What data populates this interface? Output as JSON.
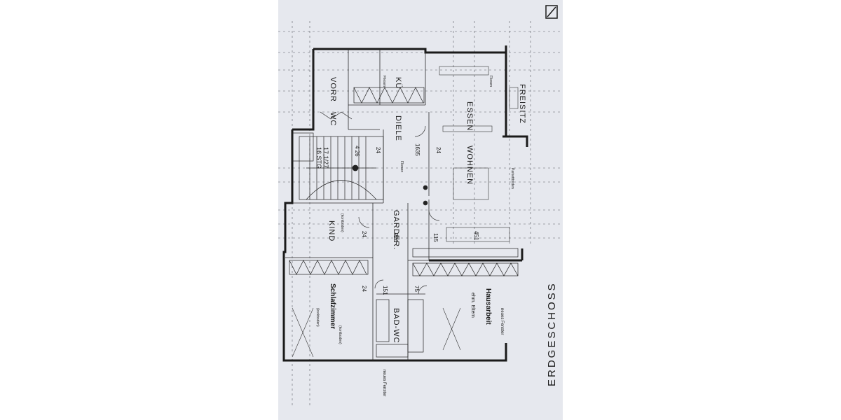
{
  "plan": {
    "title": "ERDGESCHOSS",
    "rooms": {
      "vorr": "VORR",
      "wc": "WC",
      "kue": "KÜ",
      "diele": "DIELE",
      "essen": "ESSEN",
      "wohnen": "WOHNEN",
      "freisitz": "FREISITZ",
      "kind": "KIND",
      "garderobe": "GARDER.",
      "schlafzimmer": "Schlafzimmer",
      "hausarbeit": "Hausarbeit",
      "eltern": "ehm. Eltern",
      "bad": "BAD-WC"
    },
    "notes": {
      "fliesen_kue": "Fliesen",
      "fliesen_essen": "Fliesen",
      "fliesen_diele": "Fliesen",
      "parkett": "Parkettboden",
      "kork_kind": "(korkboden)",
      "kork_schlaf_1": "(korkboden)",
      "kork_schlaf_2": "(korkboden)",
      "neues_fenster_1": "neues Fenster",
      "neues_fenster_2": "neues Fenster"
    },
    "stair": {
      "steps": "16 STG",
      "ratio": "17,1/27"
    },
    "dimensions": {
      "d226_top": "4 26",
      "d24_a": "24",
      "d1635": "1635",
      "d24_b": "24",
      "d24_kind": "24",
      "d226_gard": "226",
      "d115": "115",
      "d451": "451",
      "d24_schlaf": "24",
      "d151": "151",
      "d75": "75"
    }
  }
}
